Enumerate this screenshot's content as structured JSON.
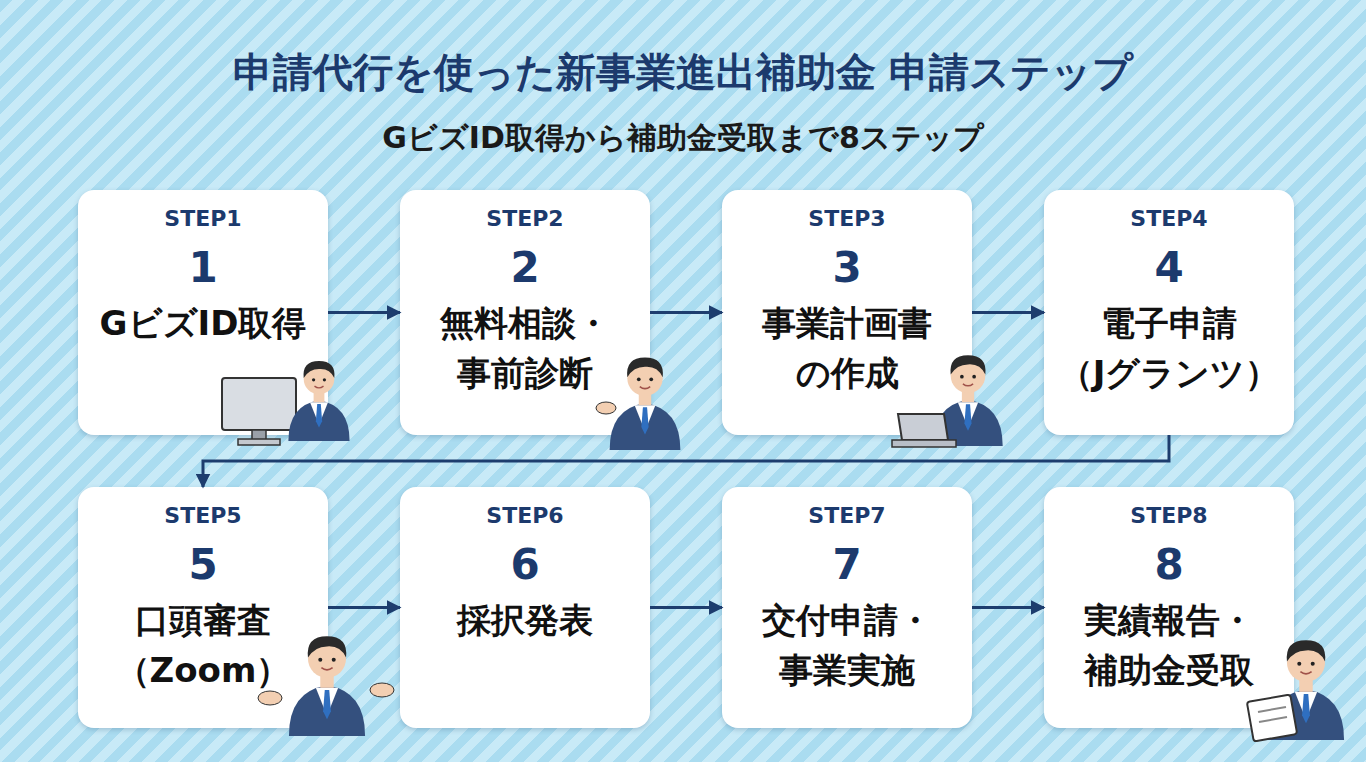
{
  "diagram": {
    "title": "申請代行を使った新事業進出補助金 申請ステップ",
    "nodes": [
      {
        "text": [
          "STEP1",
          "1",
          "GビズID取得"
        ]
      },
      {
        "text": [
          "STEP2",
          "2",
          "無料相談・ 事前診断"
        ]
      },
      {
        "text": [
          "STEP3",
          "3",
          "事業計画書 の作成"
        ]
      },
      {
        "text": [
          "STEP4",
          "4",
          "電子申請 （Jグランツ）"
        ]
      },
      {
        "text": [
          "STEP5",
          "5",
          "口頭審査 （Zoom）"
        ]
      },
      {
        "text": [
          "STEP6",
          "6",
          "採択発表"
        ]
      },
      {
        "text": [
          "STEP7",
          "7",
          "交付申請・ 事業実施"
        ]
      },
      {
        "text": [
          "STEP8",
          "8",
          "実績報告・ 補助金受取"
        ]
      }
    ],
    "edges": [
      {
        "from": 0,
        "to": 1,
        "arrow": "to"
      },
      {
        "from": 1,
        "to": 2,
        "arrow": "to"
      },
      {
        "from": 2,
        "to": 3,
        "arrow": "to"
      },
      {
        "from": 3,
        "to": 4,
        "arrow": "to"
      },
      {
        "from": 4,
        "to": 5,
        "arrow": "to"
      },
      {
        "from": 5,
        "to": 6,
        "arrow": "to"
      },
      {
        "from": 6,
        "to": 7,
        "arrow": "to"
      }
    ],
    "labels": [
      "GビズID取得から補助金受取まで8ステップ"
    ]
  }
}
